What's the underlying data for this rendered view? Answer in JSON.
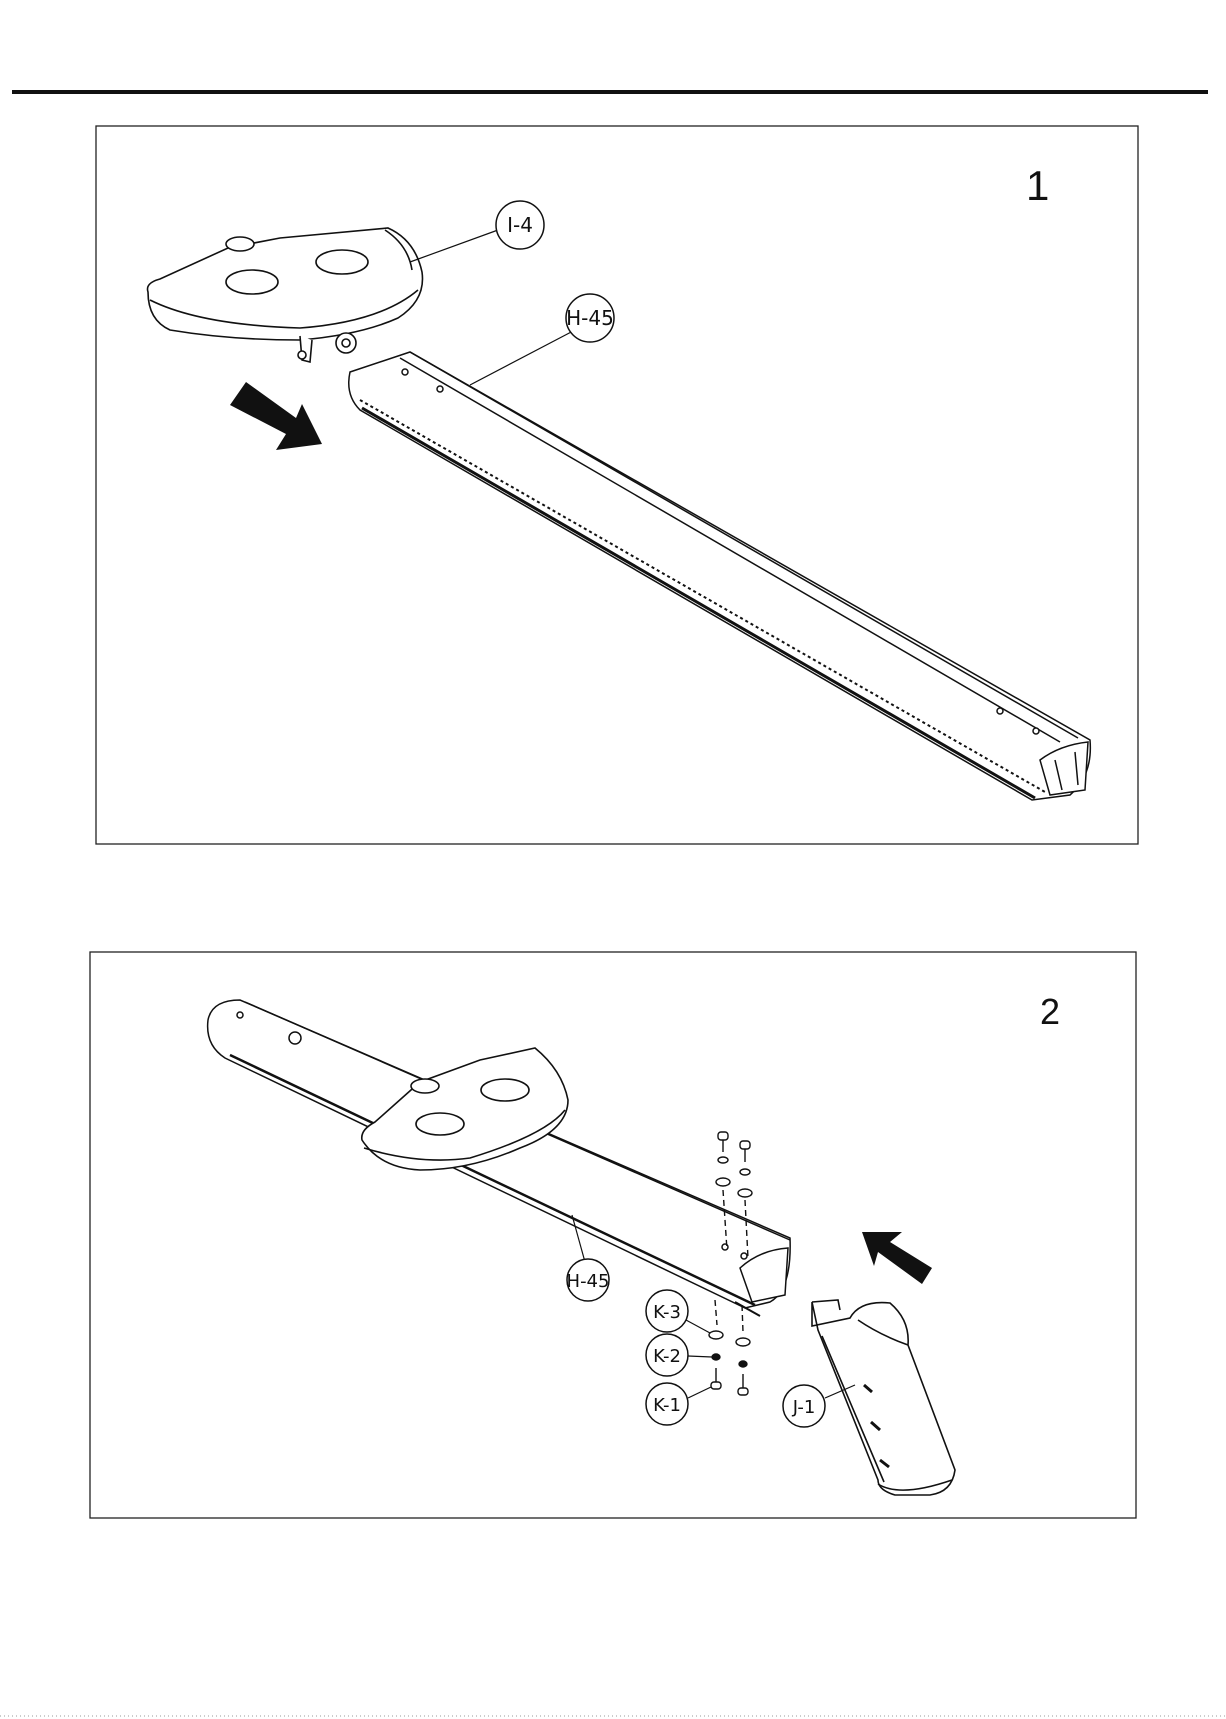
{
  "steps": [
    {
      "number": "1",
      "callouts": [
        {
          "label": "I-4"
        },
        {
          "label": "H-45"
        }
      ]
    },
    {
      "number": "2",
      "callouts": [
        {
          "label": "H-45"
        },
        {
          "label": "K-3"
        },
        {
          "label": "K-2"
        },
        {
          "label": "K-1"
        },
        {
          "label": "J-1"
        }
      ]
    }
  ]
}
